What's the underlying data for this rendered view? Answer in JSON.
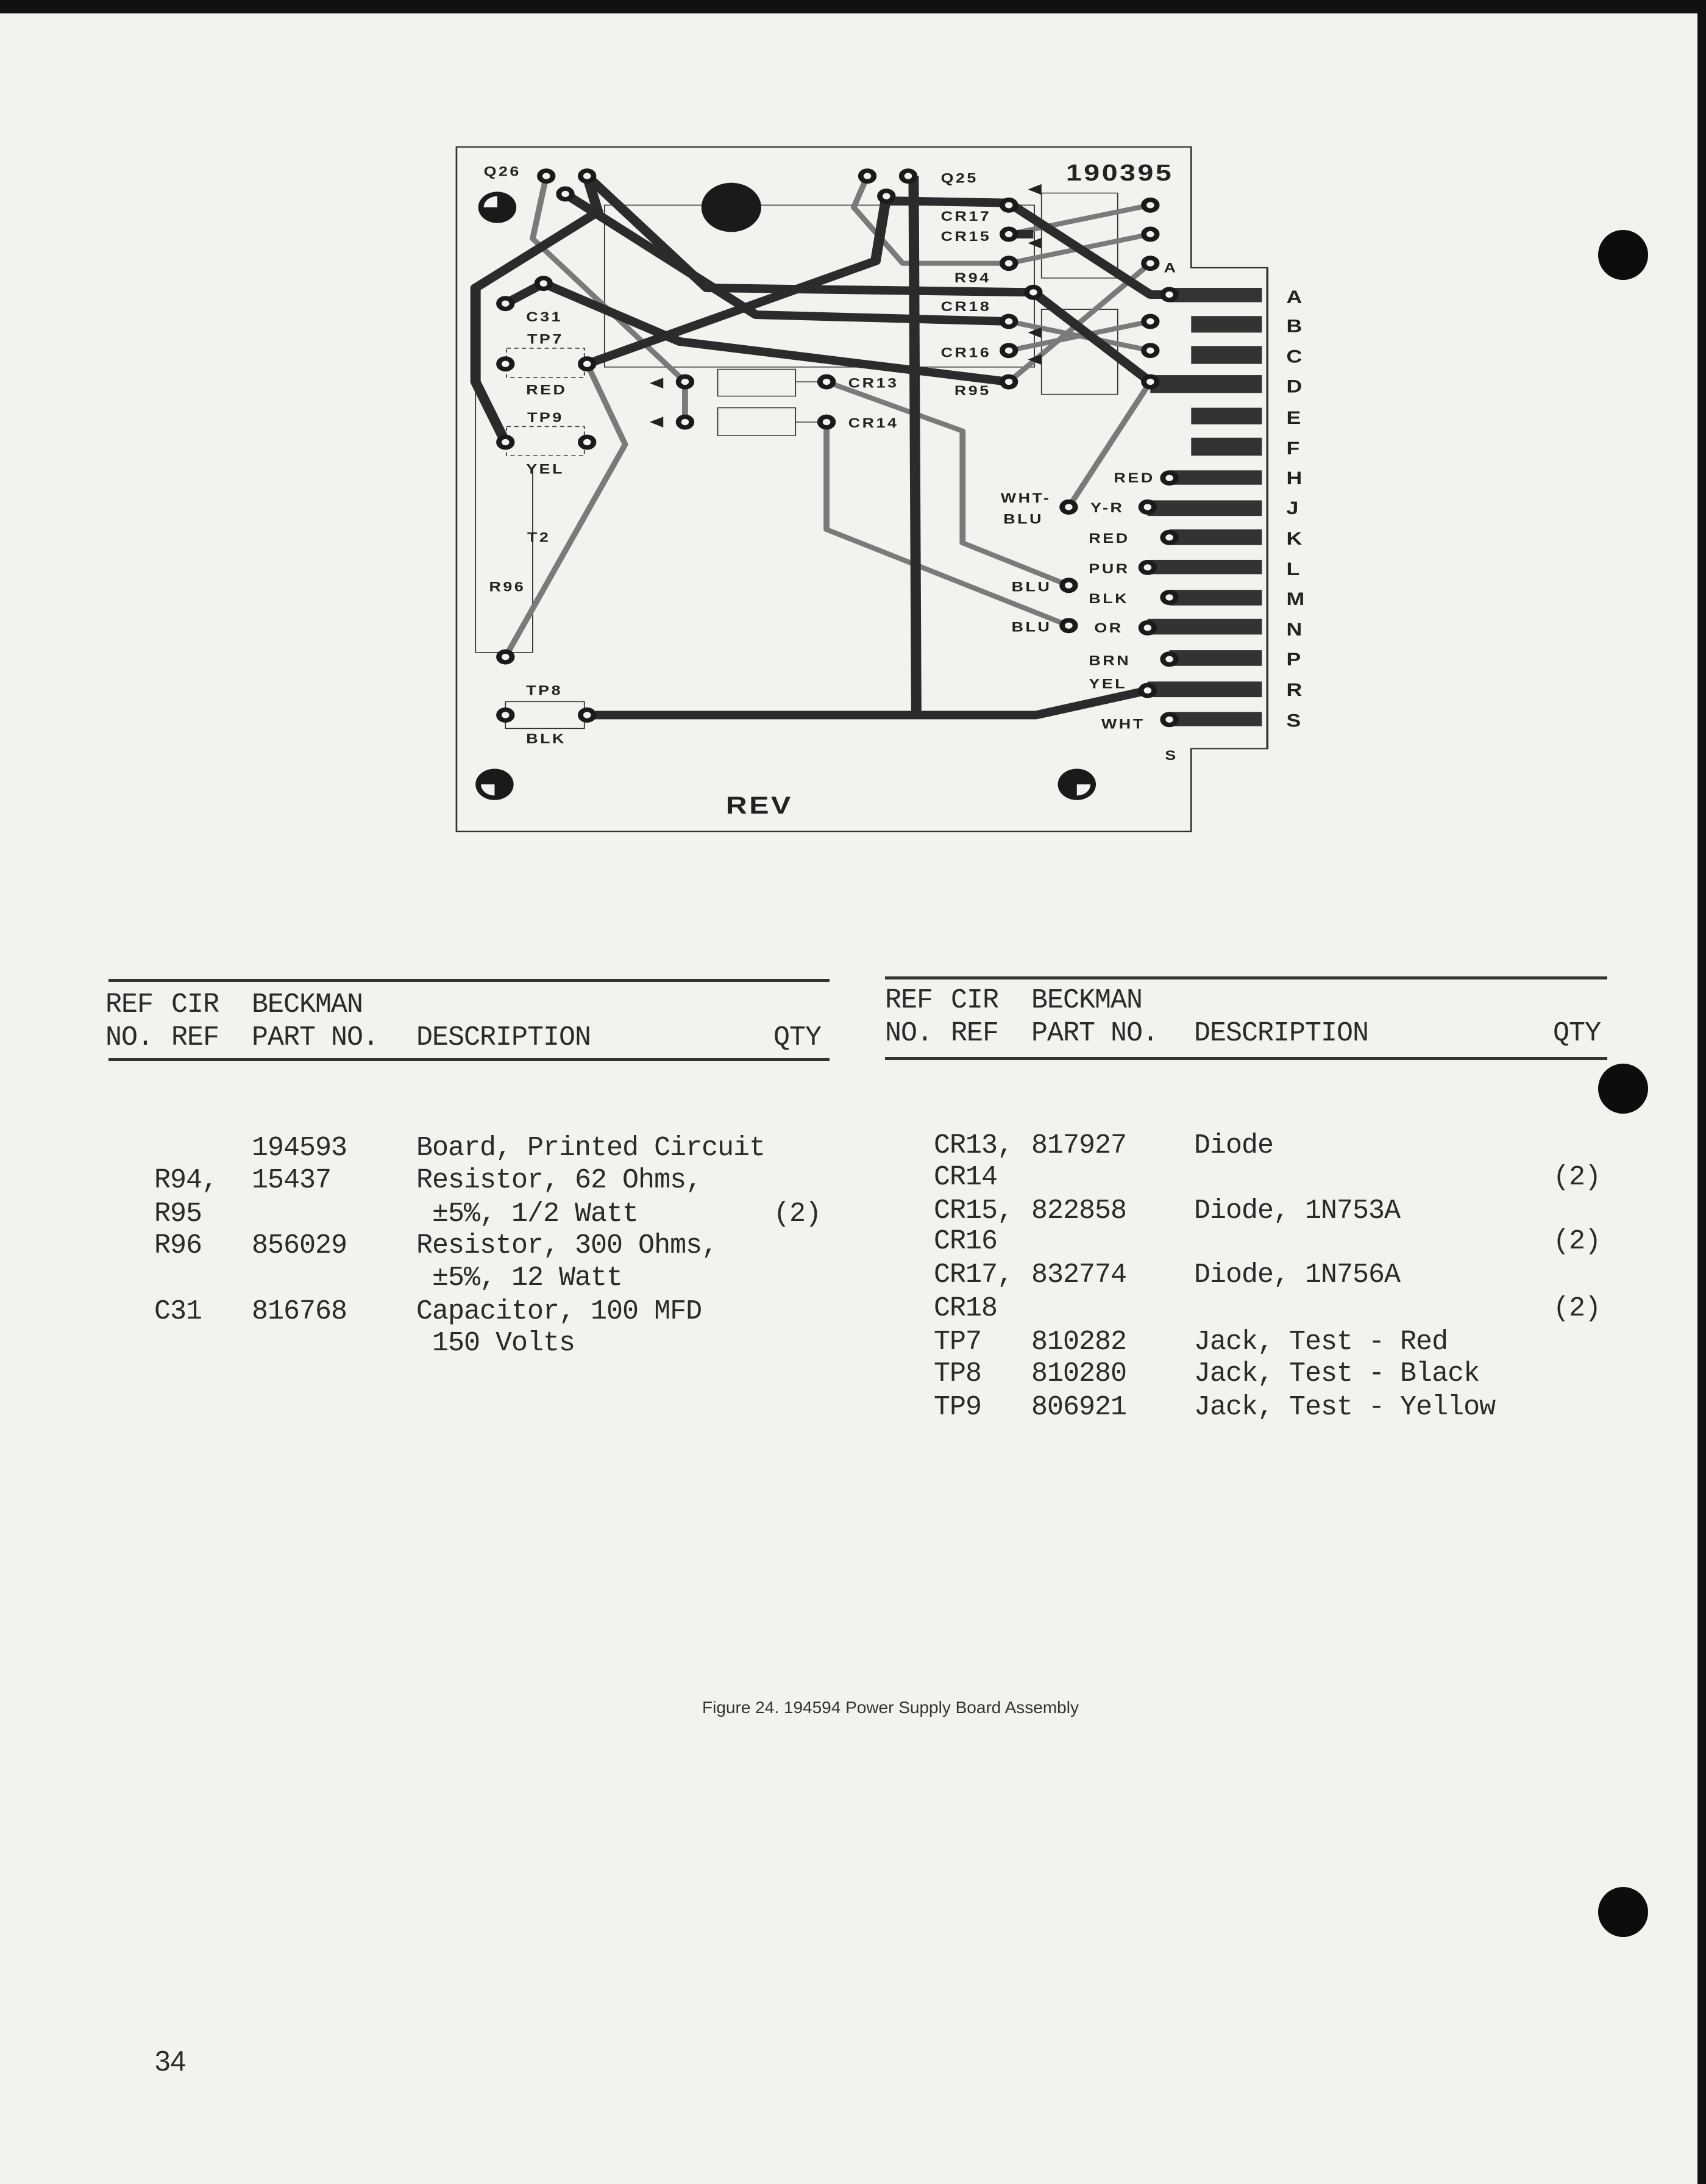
{
  "board": {
    "part_number": "190395",
    "rev_label": "REV",
    "labels": {
      "q26": "Q26",
      "q25": "Q25",
      "cr17": "CR17",
      "cr15": "CR15",
      "a": "A",
      "r94": "R94",
      "cr18": "CR18",
      "cr16": "CR16",
      "r95": "R95",
      "cr13": "CR13",
      "cr14": "CR14",
      "c31": "C31",
      "tp7": "TP7",
      "red1": "RED",
      "tp9": "TP9",
      "yel1": "YEL",
      "t2": "T2",
      "r96": "R96",
      "tp8": "TP8",
      "blk1": "BLK",
      "wht_blu_1": "WHT-",
      "wht_blu_2": "BLU",
      "blu1": "BLU",
      "blu2": "BLU",
      "w_red": "RED",
      "w_yr": "Y-R",
      "w_red2": "RED",
      "w_pur": "PUR",
      "w_blk": "BLK",
      "w_or": "OR",
      "w_brn": "BRN",
      "w_yel": "YEL",
      "w_wht": "WHT",
      "s": "S"
    },
    "connector_pins": [
      "A",
      "B",
      "C",
      "D",
      "E",
      "F",
      "H",
      "J",
      "K",
      "L",
      "M",
      "N",
      "P",
      "R",
      "S"
    ]
  },
  "left_table": {
    "header": {
      "ref_no": "REF\nNO.",
      "cir_ref": "CIR\nREF",
      "part_no": "BECKMAN\nPART NO.",
      "description": "DESCRIPTION",
      "qty": "QTY"
    },
    "rows": [
      {
        "ref": "",
        "part": "194593",
        "desc": "Board, Printed Circuit",
        "qty": ""
      },
      {
        "ref": "R94,",
        "part": "15437",
        "desc": "Resistor, 62 Ohms,",
        "qty": ""
      },
      {
        "ref": "R95",
        "part": "",
        "desc": " ±5%, 1/2 Watt",
        "qty": "(2)"
      },
      {
        "ref": "R96",
        "part": "856029",
        "desc": "Resistor, 300 Ohms,",
        "qty": ""
      },
      {
        "ref": "",
        "part": "",
        "desc": " ±5%, 12 Watt",
        "qty": ""
      },
      {
        "ref": "C31",
        "part": "816768",
        "desc": "Capacitor, 100 MFD",
        "qty": ""
      },
      {
        "ref": "",
        "part": "",
        "desc": " 150 Volts",
        "qty": ""
      }
    ]
  },
  "right_table": {
    "header": {
      "ref_no": "REF\nNO.",
      "cir_ref": "CIR\nREF",
      "part_no": "BECKMAN\nPART NO.",
      "description": "DESCRIPTION",
      "qty": "QTY"
    },
    "rows": [
      {
        "ref": "CR13,",
        "part": "817927",
        "desc": "Diode",
        "qty": ""
      },
      {
        "ref": "CR14",
        "part": "",
        "desc": "",
        "qty": "(2)"
      },
      {
        "ref": "CR15,",
        "part": "822858",
        "desc": "Diode, 1N753A",
        "qty": ""
      },
      {
        "ref": "CR16",
        "part": "",
        "desc": "",
        "qty": "(2)"
      },
      {
        "ref": "CR17,",
        "part": "832774",
        "desc": "Diode, 1N756A",
        "qty": ""
      },
      {
        "ref": "CR18",
        "part": "",
        "desc": "",
        "qty": "(2)"
      },
      {
        "ref": "TP7",
        "part": "810282",
        "desc": "Jack, Test - Red",
        "qty": ""
      },
      {
        "ref": "TP8",
        "part": "810280",
        "desc": "Jack, Test - Black",
        "qty": ""
      },
      {
        "ref": "TP9",
        "part": "806921",
        "desc": "Jack, Test - Yellow",
        "qty": ""
      }
    ]
  },
  "caption": "Figure 24. 194594 Power Supply Board Assembly",
  "page_number": "34"
}
